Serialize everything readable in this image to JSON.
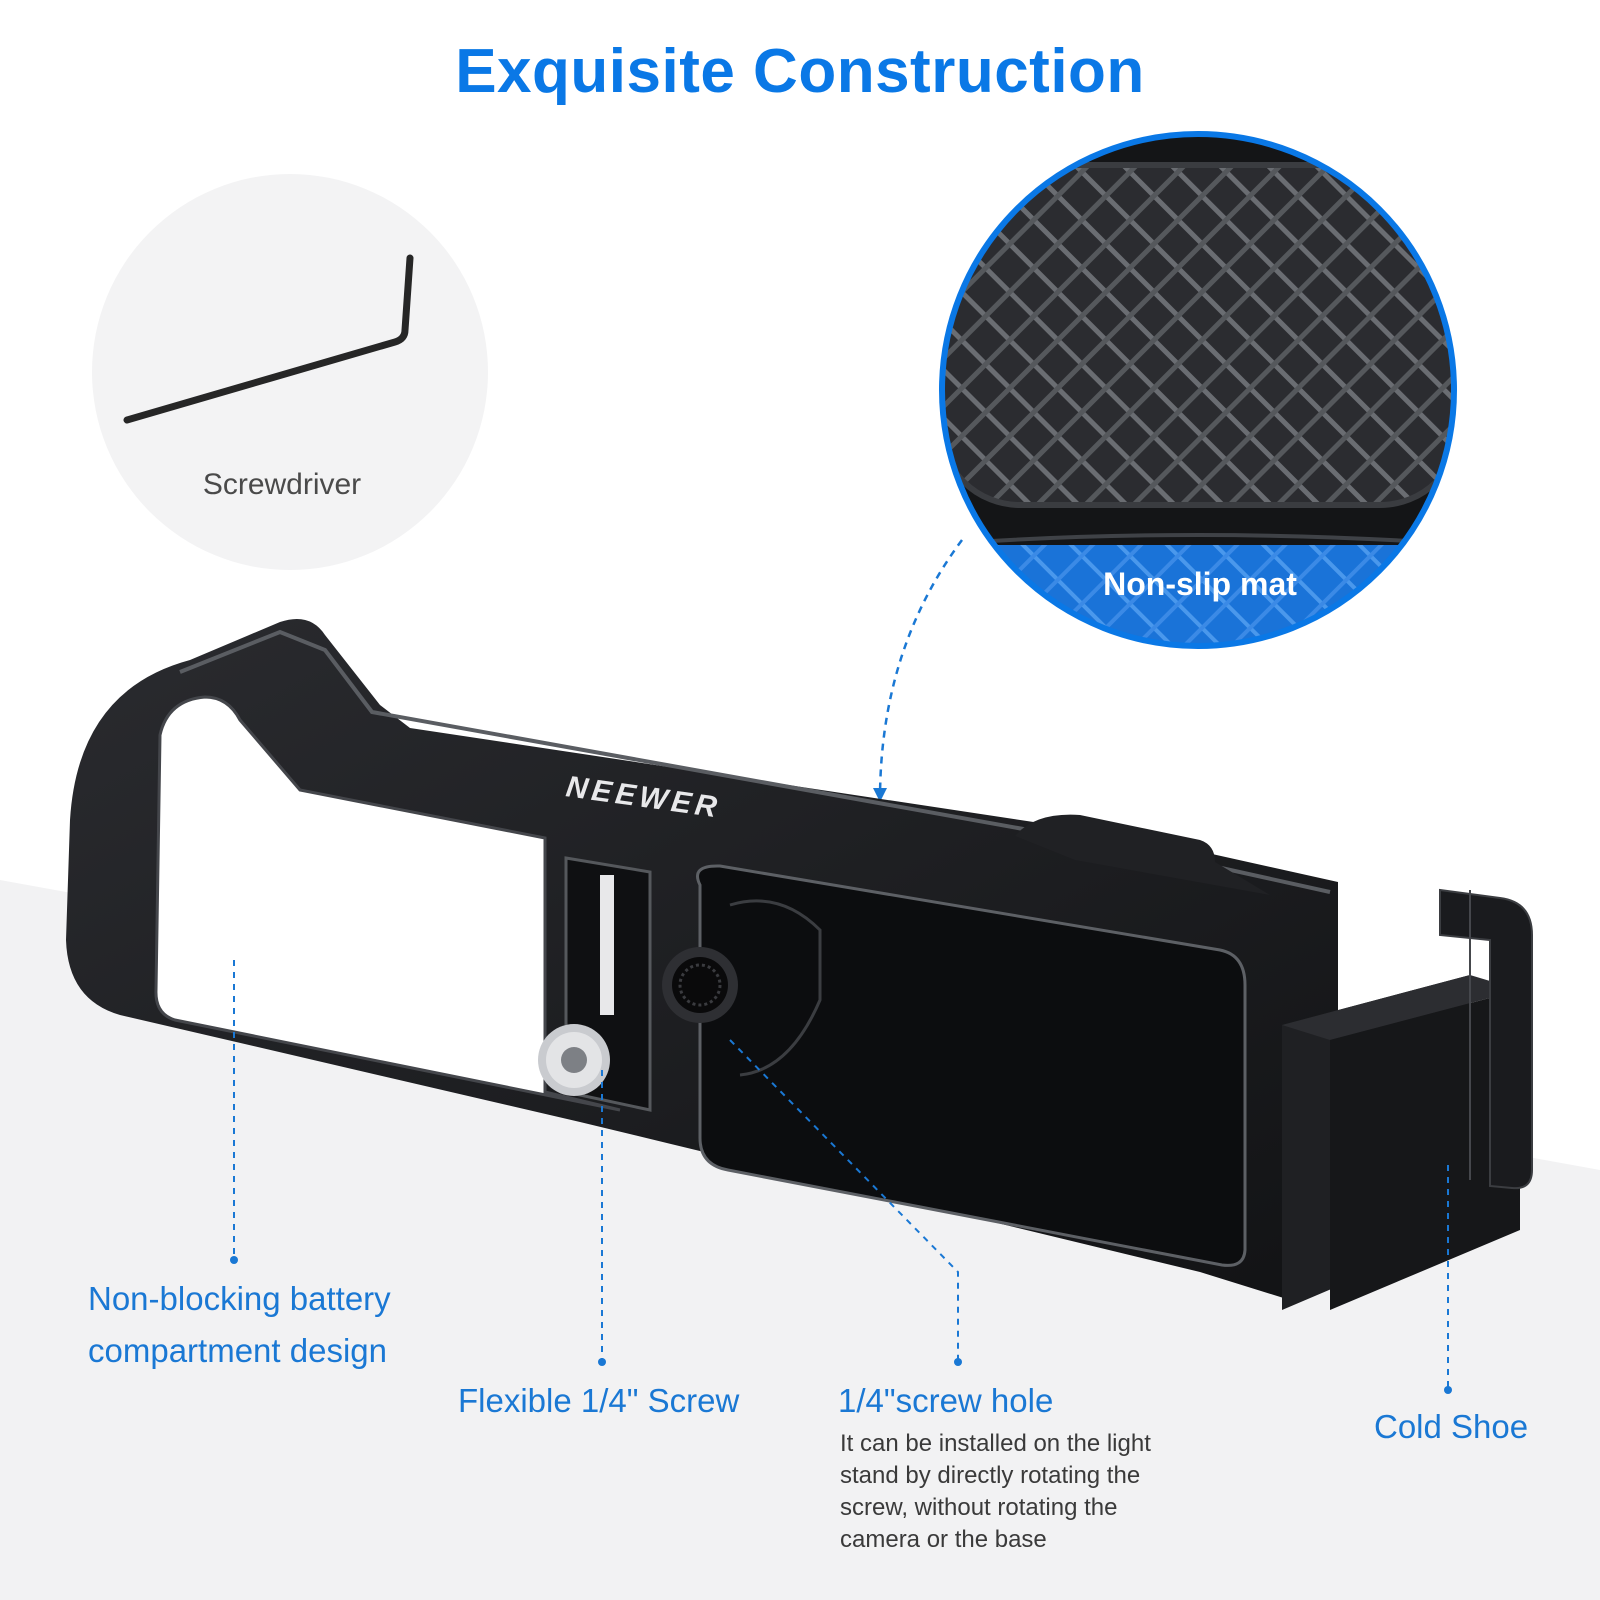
{
  "title": "Exquisite Construction",
  "accessory": {
    "label": "Screwdriver"
  },
  "zoom": {
    "label": "Non-slip mat"
  },
  "brand": {
    "logo_text": "NEEWER"
  },
  "callouts": {
    "battery_line1": "Non-blocking battery",
    "battery_line2": "compartment design",
    "screw": "Flexible 1/4\" Screw",
    "hole_title": "1/4\"screw hole",
    "hole_desc": [
      "It can be installed on the light",
      "stand by directly rotating the",
      "screw, without rotating the",
      "camera or the base"
    ],
    "shoe": "Cold Shoe"
  },
  "colors": {
    "accent": "#0a78e6",
    "callout": "#1a78d4",
    "product": "#1b1c1f"
  }
}
